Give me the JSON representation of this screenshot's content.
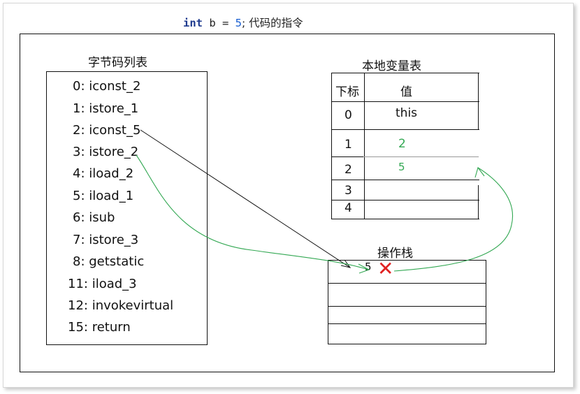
{
  "title": {
    "keyword": "int",
    "code": " b = ",
    "number": "5",
    "rest": "; 代码的指令"
  },
  "bytecode": {
    "heading": "字节码列表",
    "instructions": [
      "0: iconst_2",
      "1: istore_1",
      "2: iconst_5",
      "3: istore_2",
      "4: iload_2",
      "5: iload_1",
      "6: isub",
      "7: istore_3",
      "8: getstatic",
      "11: iload_3",
      "12: invokevirtual",
      "15: return"
    ]
  },
  "local_variable_table": {
    "heading": "本地变量表",
    "col_index": "下标",
    "col_value": "值",
    "rows": [
      {
        "index": "0",
        "value": "this"
      },
      {
        "index": "1",
        "value": "2"
      },
      {
        "index": "2",
        "value": "5"
      },
      {
        "index": "3",
        "value": ""
      },
      {
        "index": "4",
        "value": ""
      }
    ]
  },
  "operand_stack": {
    "heading": "操作栈",
    "top_value": "5",
    "cross_mark": "✕"
  },
  "colors": {
    "green": "#33a853",
    "red": "#e02020",
    "black": "#111111"
  }
}
